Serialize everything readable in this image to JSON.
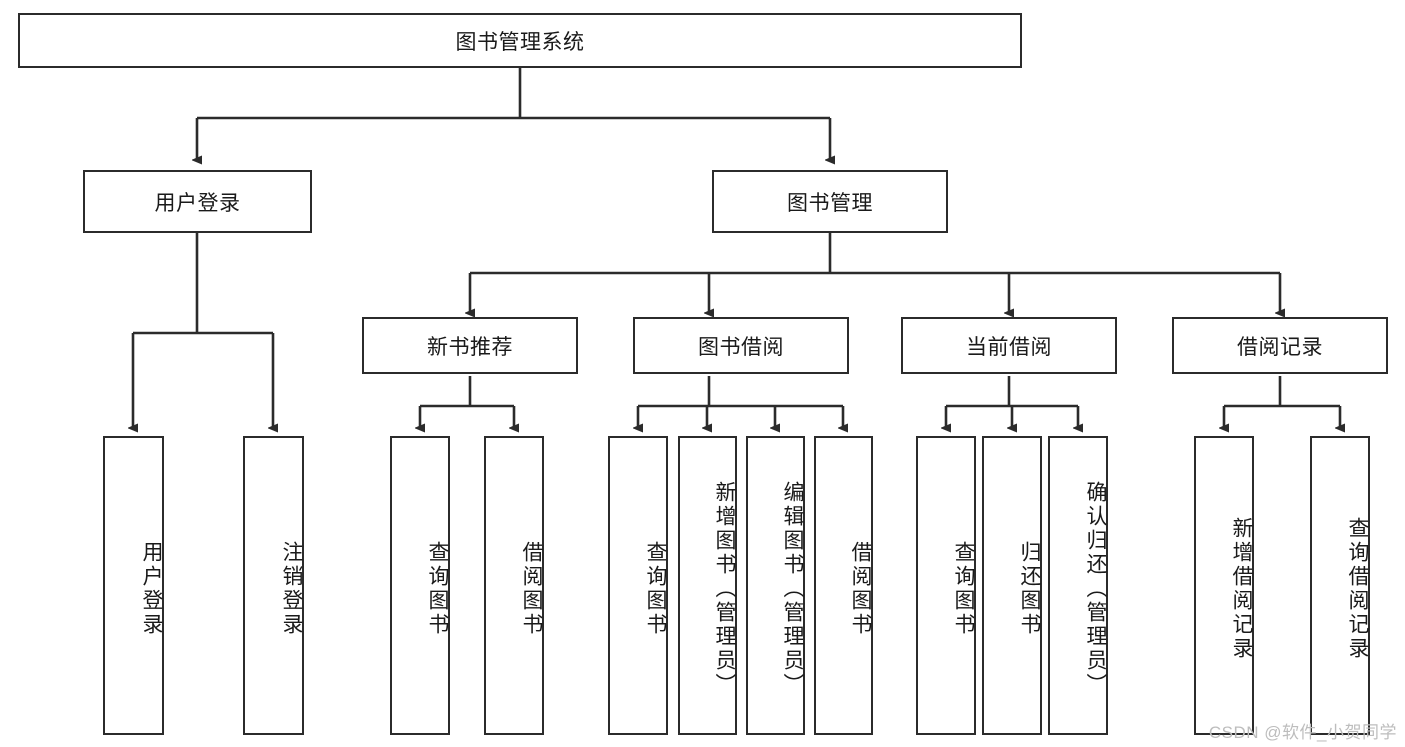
{
  "diagram": {
    "type": "tree-hierarchy",
    "title": "图书管理系统",
    "watermark": "CSDN @软件_小贺同学",
    "colors": {
      "node_border": "#2b2b2b",
      "node_fill": "#ffffff",
      "edge": "#2b2b2b",
      "text": "#1a1a1a",
      "watermark": "#bdbdbd",
      "background": "#ffffff"
    },
    "nodes": {
      "root": {
        "label": "图书管理系统",
        "level": 1,
        "orientation": "horizontal"
      },
      "user_login": {
        "label": "用户登录",
        "level": 2,
        "orientation": "horizontal"
      },
      "book_manage": {
        "label": "图书管理",
        "level": 2,
        "orientation": "horizontal"
      },
      "new_book_rec": {
        "label": "新书推荐",
        "level": 3,
        "orientation": "horizontal"
      },
      "book_borrow": {
        "label": "图书借阅",
        "level": 3,
        "orientation": "horizontal"
      },
      "current_borrow": {
        "label": "当前借阅",
        "level": 3,
        "orientation": "horizontal"
      },
      "borrow_record": {
        "label": "借阅记录",
        "level": 3,
        "orientation": "horizontal"
      },
      "leaf_user_login": {
        "label": "用户登录",
        "level": 4,
        "orientation": "vertical"
      },
      "leaf_logout": {
        "label": "注销登录",
        "level": 4,
        "orientation": "vertical"
      },
      "leaf_query_book_1": {
        "label": "查询图书",
        "level": 4,
        "orientation": "vertical"
      },
      "leaf_borrow_book_1": {
        "label": "借阅图书",
        "level": 4,
        "orientation": "vertical"
      },
      "leaf_query_book_2": {
        "label": "查询图书",
        "level": 4,
        "orientation": "vertical"
      },
      "leaf_add_book": {
        "label": "新增图书（管理员）",
        "level": 4,
        "orientation": "vertical"
      },
      "leaf_edit_book": {
        "label": "编辑图书（管理员）",
        "level": 4,
        "orientation": "vertical"
      },
      "leaf_borrow_book_2": {
        "label": "借阅图书",
        "level": 4,
        "orientation": "vertical"
      },
      "leaf_query_book_3": {
        "label": "查询图书",
        "level": 4,
        "orientation": "vertical"
      },
      "leaf_return_book": {
        "label": "归还图书",
        "level": 4,
        "orientation": "vertical"
      },
      "leaf_confirm_return": {
        "label": "确认归还（管理员）",
        "level": 4,
        "orientation": "vertical"
      },
      "leaf_add_record": {
        "label": "新增借阅记录",
        "level": 4,
        "orientation": "vertical"
      },
      "leaf_query_record": {
        "label": "查询借阅记录",
        "level": 4,
        "orientation": "vertical"
      }
    },
    "edges": [
      {
        "from": "root",
        "to": "user_login"
      },
      {
        "from": "root",
        "to": "book_manage"
      },
      {
        "from": "user_login",
        "to": "leaf_user_login"
      },
      {
        "from": "user_login",
        "to": "leaf_logout"
      },
      {
        "from": "book_manage",
        "to": "new_book_rec"
      },
      {
        "from": "book_manage",
        "to": "book_borrow"
      },
      {
        "from": "book_manage",
        "to": "current_borrow"
      },
      {
        "from": "book_manage",
        "to": "borrow_record"
      },
      {
        "from": "new_book_rec",
        "to": "leaf_query_book_1"
      },
      {
        "from": "new_book_rec",
        "to": "leaf_borrow_book_1"
      },
      {
        "from": "book_borrow",
        "to": "leaf_query_book_2"
      },
      {
        "from": "book_borrow",
        "to": "leaf_add_book"
      },
      {
        "from": "book_borrow",
        "to": "leaf_edit_book"
      },
      {
        "from": "book_borrow",
        "to": "leaf_borrow_book_2"
      },
      {
        "from": "current_borrow",
        "to": "leaf_query_book_3"
      },
      {
        "from": "current_borrow",
        "to": "leaf_return_book"
      },
      {
        "from": "current_borrow",
        "to": "leaf_confirm_return"
      },
      {
        "from": "borrow_record",
        "to": "leaf_add_record"
      },
      {
        "from": "borrow_record",
        "to": "leaf_query_record"
      }
    ]
  }
}
